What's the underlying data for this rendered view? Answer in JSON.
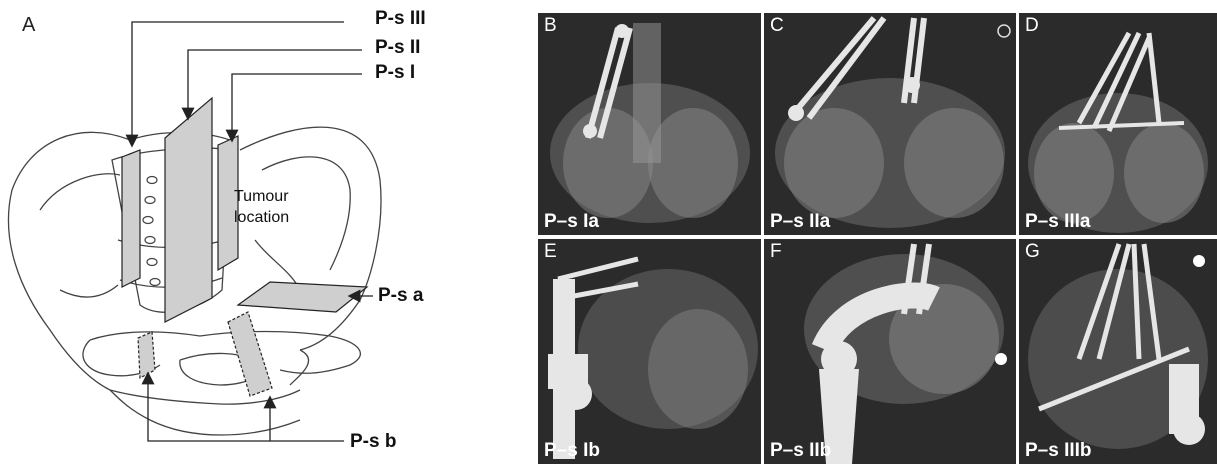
{
  "diagram": {
    "panel_letter": "A",
    "labels": {
      "ps_iii": "P-s III",
      "ps_ii": "P-s II",
      "ps_i": "P-s I",
      "ps_a": "P-s a",
      "ps_b": "P-s b"
    },
    "tumour_location": [
      "Tumour",
      "location"
    ]
  },
  "xrays": [
    {
      "letter": "B",
      "caption": "P–s Ia"
    },
    {
      "letter": "C",
      "caption": "P–s IIa"
    },
    {
      "letter": "D",
      "caption": "P–s IIIa"
    },
    {
      "letter": "E",
      "caption": "P–s Ib"
    },
    {
      "letter": "F",
      "caption": "P–s IIb"
    },
    {
      "letter": "G",
      "caption": "P–s IIIb"
    }
  ],
  "colors": {
    "plane_fill": "#cfcfcf",
    "outline": "#333333",
    "film_background": "#2b2b2b",
    "implant": "#e6e6e6"
  }
}
